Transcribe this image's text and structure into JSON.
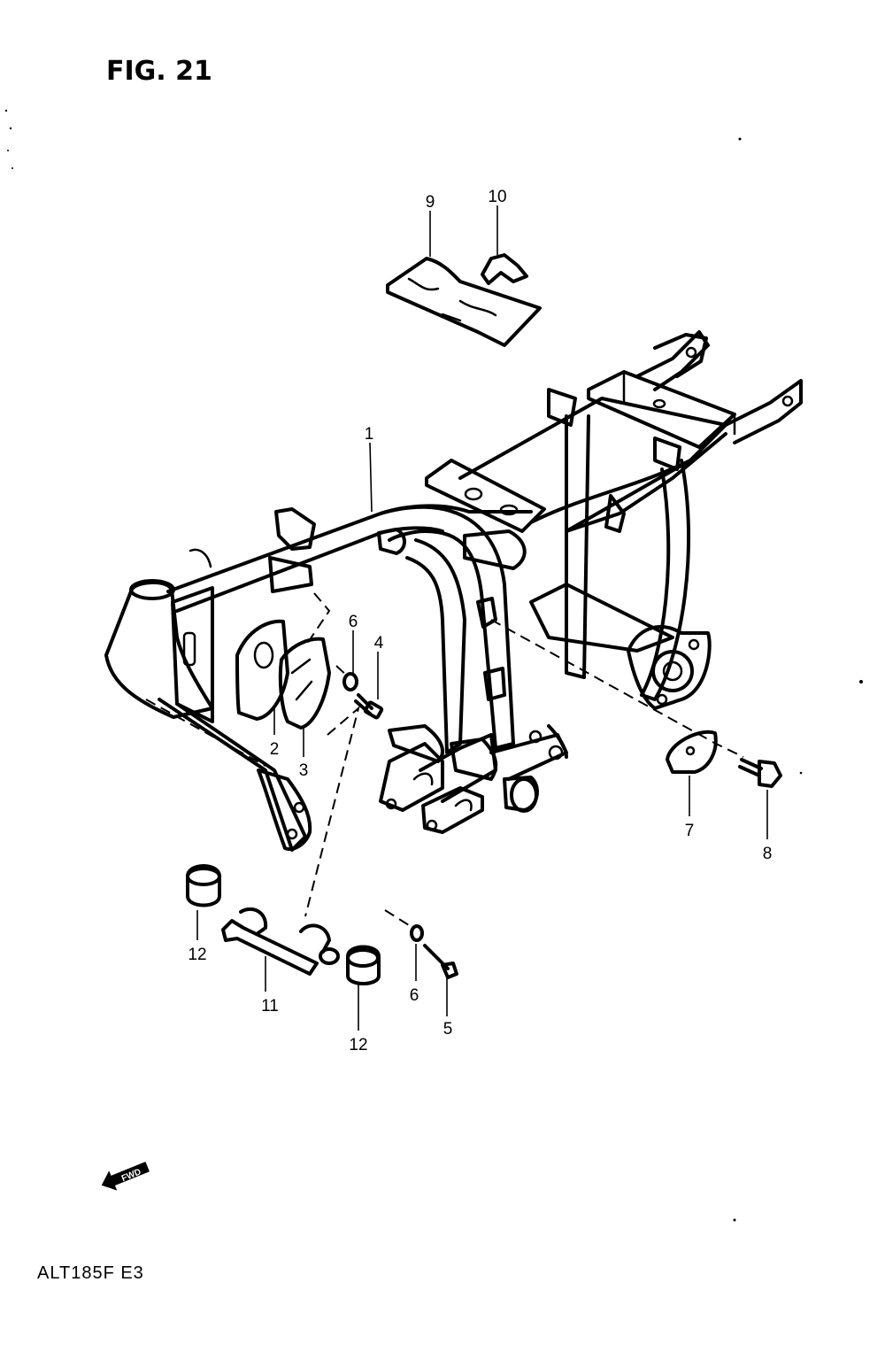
{
  "figure": {
    "title": "FIG. 21",
    "model_code": "ALT185F E3",
    "fwd_label": "FWD"
  },
  "callouts": [
    {
      "id": "c1",
      "label": "1"
    },
    {
      "id": "c2",
      "label": "2"
    },
    {
      "id": "c3",
      "label": "3"
    },
    {
      "id": "c4",
      "label": "4"
    },
    {
      "id": "c5",
      "label": "5"
    },
    {
      "id": "c6a",
      "label": "6"
    },
    {
      "id": "c6b",
      "label": "6"
    },
    {
      "id": "c7",
      "label": "7"
    },
    {
      "id": "c8",
      "label": "8"
    },
    {
      "id": "c9",
      "label": "9"
    },
    {
      "id": "c10",
      "label": "10"
    },
    {
      "id": "c11",
      "label": "11"
    },
    {
      "id": "c12a",
      "label": "12"
    },
    {
      "id": "c12b",
      "label": "12"
    }
  ]
}
